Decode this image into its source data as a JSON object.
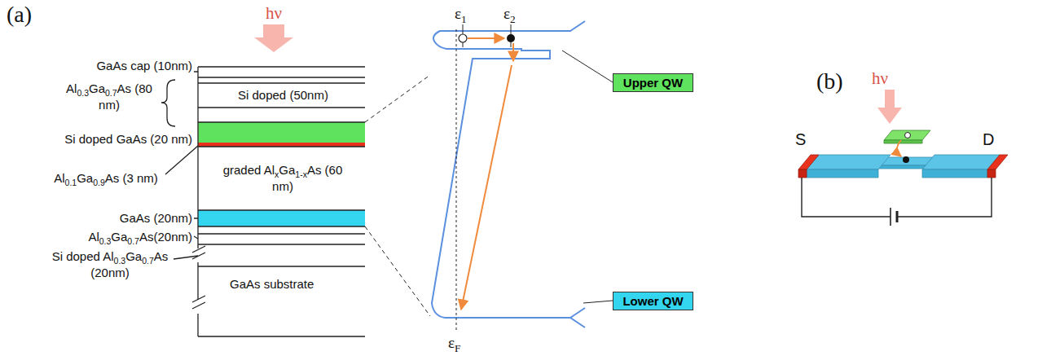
{
  "diagram": {
    "nodes": [
      {
        "text": [
          "Upper QW"
        ]
      },
      {
        "text": [
          "Lower QW"
        ]
      }
    ],
    "labels": [
      "(a)",
      "hν",
      "GaAs cap (10nm)",
      "Al0.3Ga0.7As (80 nm)",
      "Si doped (50nm)",
      "Si doped GaAs (20 nm)",
      "Al0.1Ga0.9As (3 nm)",
      "graded AlxGa1-xAs (60 nm)",
      "GaAs (20nm)",
      "Al0.3Ga0.7As(20nm)",
      "Si doped Al0.3Ga0.7As (20nm)",
      "GaAs substrate",
      "ε1",
      "ε2",
      "εF",
      "(b)",
      "hν",
      "S",
      "D"
    ]
  }
}
